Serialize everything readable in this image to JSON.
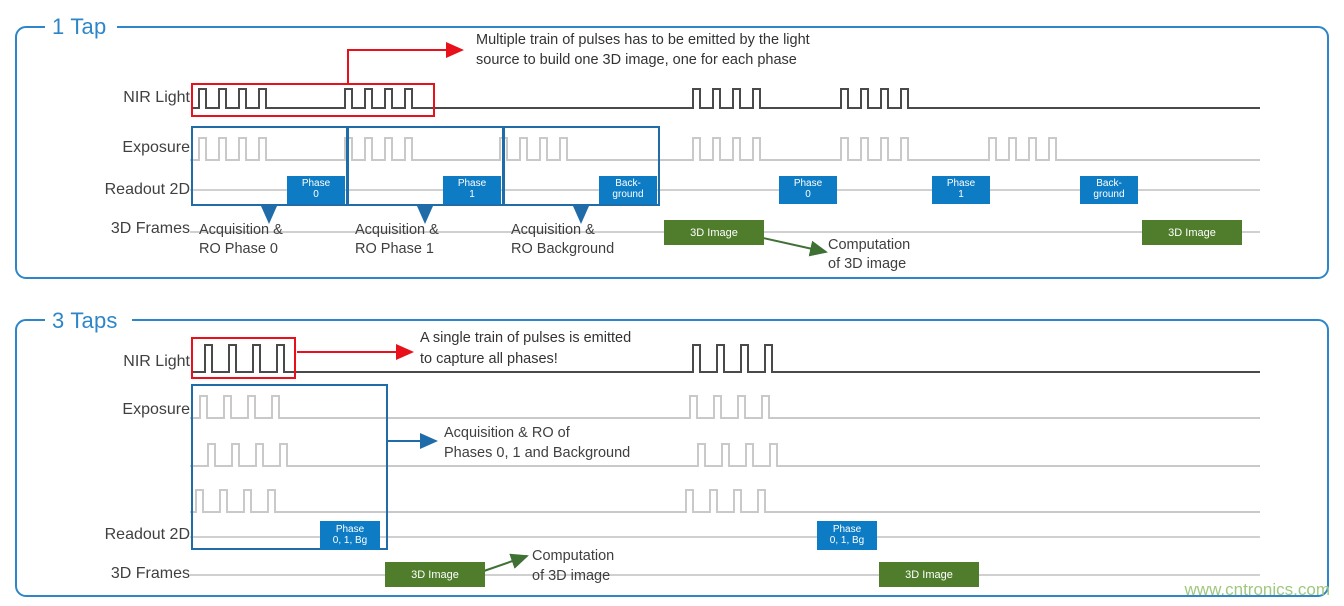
{
  "figure": {
    "title_hidden": "Indirect ToF acquisition timing: 1 Tap vs 3 Taps",
    "watermark": "www.cntronics.com"
  },
  "colors": {
    "panel_border": "#2e86c8",
    "title_blue": "#2e86c8",
    "badge_blue": "#0d7cc4",
    "frame_green": "#4f7d2c",
    "highlight_red": "#e8101a",
    "signal_dark": "#4a4a4a",
    "signal_light": "#c9c9c9",
    "baseline_grey": "#d0d0d0",
    "arrow_blue": "#1f6ca8",
    "arrow_green": "#3f7034",
    "watermark_green": "#9fc87e",
    "text": "#3f3f3f"
  },
  "panels": [
    {
      "id": "one-tap",
      "title": "1 Tap",
      "row_labels": [
        "NIR Light",
        "Exposure",
        "Readout 2D",
        "3D Frames"
      ],
      "callout": {
        "lines": [
          "Multiple train of pulses has to be emitted by the light",
          "source to build one 3D image, one for each phase"
        ],
        "arrow_color": "#e8101a"
      },
      "nir_light": {
        "bursts": 4,
        "pulses_per_burst": 4,
        "highlighted_bursts": 2
      },
      "acquisition_boxes": [
        {
          "badge": [
            "Phase",
            "0"
          ],
          "caption": [
            "Acquisition &",
            "RO Phase 0"
          ]
        },
        {
          "badge": [
            "Phase",
            "1"
          ],
          "caption": [
            "Acquisition &",
            "RO Phase 1"
          ]
        },
        {
          "badge": [
            "Back-",
            "ground"
          ],
          "caption": [
            "Acquisition &",
            "RO Background"
          ]
        }
      ],
      "readout_badges_right": [
        [
          "Phase",
          "0"
        ],
        [
          "Phase",
          "1"
        ],
        [
          "Back-",
          "ground"
        ]
      ],
      "frames": [
        {
          "label": "3D Image"
        },
        {
          "label": "3D Image"
        }
      ],
      "computation_note": [
        "Computation",
        "of 3D image"
      ]
    },
    {
      "id": "three-taps",
      "title": "3 Taps",
      "row_labels": [
        "NIR Light",
        "Exposure",
        "Readout 2D",
        "3D Frames"
      ],
      "callout": {
        "lines": [
          "A single train of pulses is emitted",
          "to capture all phases!"
        ],
        "arrow_color": "#e8101a"
      },
      "nir_light": {
        "bursts": 2,
        "pulses_per_burst": 4,
        "highlighted_bursts": 1
      },
      "exposure_taps": 3,
      "acquisition_note": [
        "Acquisition & RO of",
        "Phases 0, 1 and Background"
      ],
      "readout_badges": [
        [
          "Phase",
          "0, 1, Bg"
        ],
        [
          "Phase",
          "0, 1, Bg"
        ]
      ],
      "frames": [
        {
          "label": "3D Image"
        },
        {
          "label": "3D Image"
        }
      ],
      "computation_note": [
        "Computation",
        "of 3D image"
      ]
    }
  ]
}
